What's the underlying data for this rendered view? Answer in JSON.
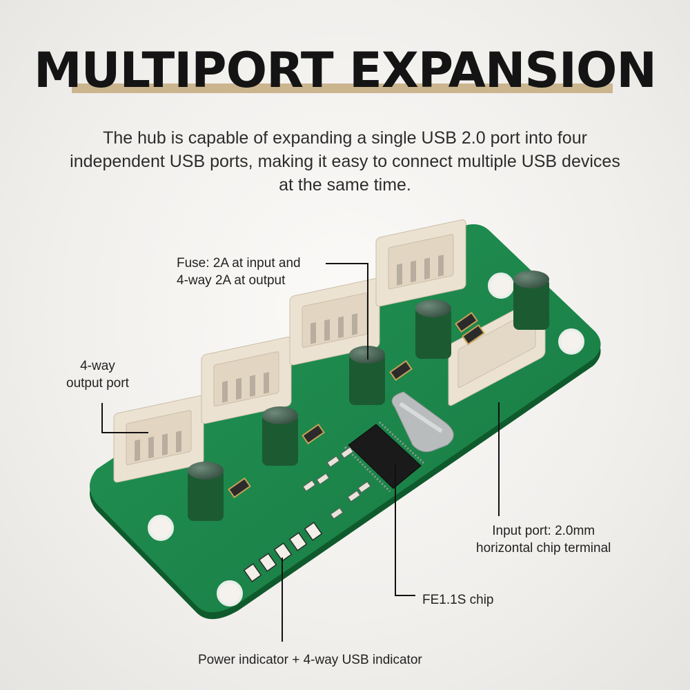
{
  "header": {
    "title": "MULTIPORT EXPANSION",
    "description": "The hub is capable of expanding a single USB 2.0 port into four independent USB ports, making it easy to connect multiple USB devices at the same time."
  },
  "callouts": {
    "fuse": [
      "Fuse: 2A at input and",
      "4-way 2A at output"
    ],
    "output_port": [
      "4-way",
      "output port"
    ],
    "input_port": [
      "Input port: 2.0mm",
      "horizontal chip terminal"
    ],
    "chip": "FE1.1S chip",
    "indicator": "Power indicator + 4-way USB indicator"
  },
  "colors": {
    "accent_bar": "#cbb58f",
    "pcb_green": "#1f8a4c",
    "connector": "#ede3d3",
    "capacitor": "#1c5a32"
  }
}
